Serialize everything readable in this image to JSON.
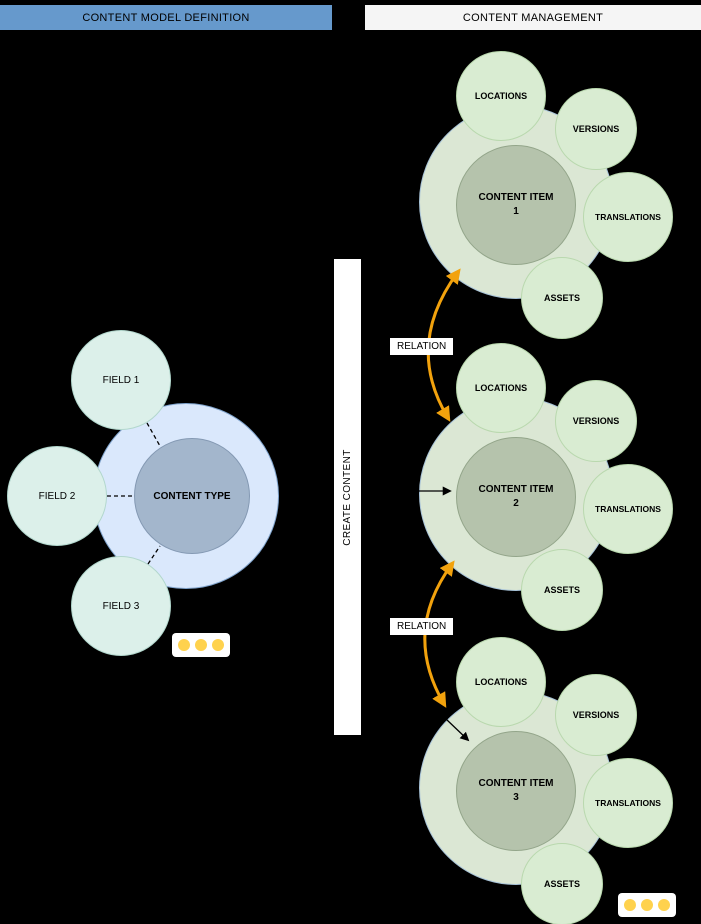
{
  "headers": {
    "left": "CONTENT MODEL DEFINITION",
    "right": "CONTENT MANAGEMENT"
  },
  "model": {
    "content_type": "CONTENT TYPE",
    "fields": [
      "FIELD 1",
      "FIELD 2",
      "FIELD 3"
    ]
  },
  "actions": {
    "create_content": "CREATE CONTENT"
  },
  "relations": [
    "RELATION",
    "RELATION"
  ],
  "clusters": [
    {
      "title": "CONTENT ITEM 1",
      "satellites": [
        "LOCATIONS",
        "VERSIONS",
        "TRANSLATIONS",
        "ASSETS"
      ]
    },
    {
      "title": "CONTENT ITEM 2",
      "satellites": [
        "LOCATIONS",
        "VERSIONS",
        "TRANSLATIONS",
        "ASSETS"
      ]
    },
    {
      "title": "CONTENT ITEM 3",
      "satellites": [
        "LOCATIONS",
        "VERSIONS",
        "TRANSLATIONS",
        "ASSETS"
      ]
    }
  ],
  "icons": {
    "model_more": "ellipsis-dots",
    "management_more": "ellipsis-dots"
  },
  "colors": {
    "header_left_bg": "#6699cc",
    "header_right_bg": "#f5f5f5",
    "type_outer": "#dae8fc",
    "type_inner": "#a3b6cc",
    "field_fill": "#dcf0ea",
    "item_outer": "#dbe7d4",
    "item_inner": "#b5c3ac",
    "satellite_fill": "#d9ecd2",
    "relation_arrow": "#f2a20d",
    "ellipsis_dot": "#ffd24d",
    "background": "#000000"
  }
}
